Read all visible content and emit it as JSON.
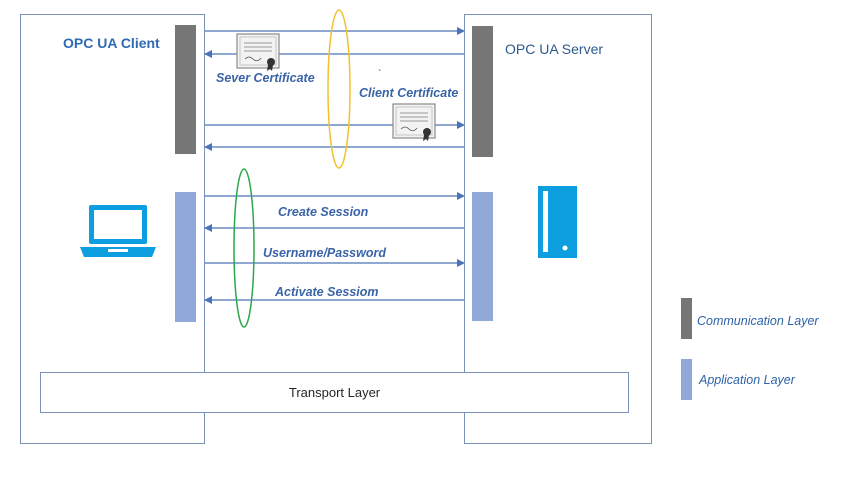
{
  "client_title": "OPC UA Client",
  "server_title": "OPC UA Server",
  "messages": {
    "server_certificate": "Sever Certificate",
    "client_certificate": "Client Certificate",
    "create_session": "Create Session",
    "username_password": "Username/Password",
    "activate_session": "Activate Sessiom"
  },
  "transport_layer": "Transport Layer",
  "legend": {
    "communication": "Communication Layer",
    "application": "Application Layer"
  },
  "colors": {
    "communication_layer": "#767676",
    "application_layer": "#91a9d9",
    "arrow": "#4a73b8",
    "cert_group_ellipse": "#f2c12e",
    "session_group_ellipse": "#2aa84a",
    "device_icon": "#0d9ee0"
  },
  "icons": [
    "laptop-icon",
    "server-icon",
    "certificate-icon"
  ]
}
